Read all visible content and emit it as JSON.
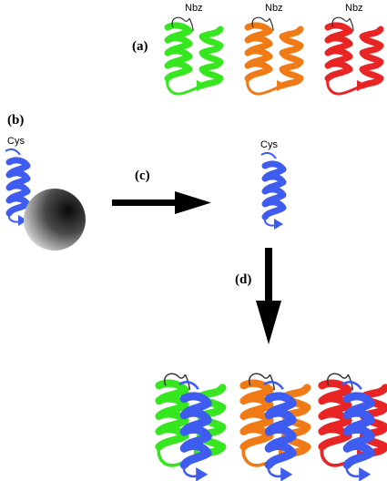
{
  "labels": {
    "a": "(a)",
    "b": "(b)",
    "c": "(c)",
    "d": "(d)"
  },
  "tags": {
    "nbz": "Nbz",
    "cys": "Cys"
  },
  "colors": {
    "green": "#36e61e",
    "orange": "#f07a16",
    "red": "#e82424",
    "blue": "#3f5cf0",
    "arrow": "#000000"
  },
  "icons": [
    "helix-hairpin-icon",
    "single-helix-icon",
    "resin-bead-icon",
    "arrow-right-icon",
    "arrow-down-icon",
    "three-helix-bundle-icon"
  ]
}
